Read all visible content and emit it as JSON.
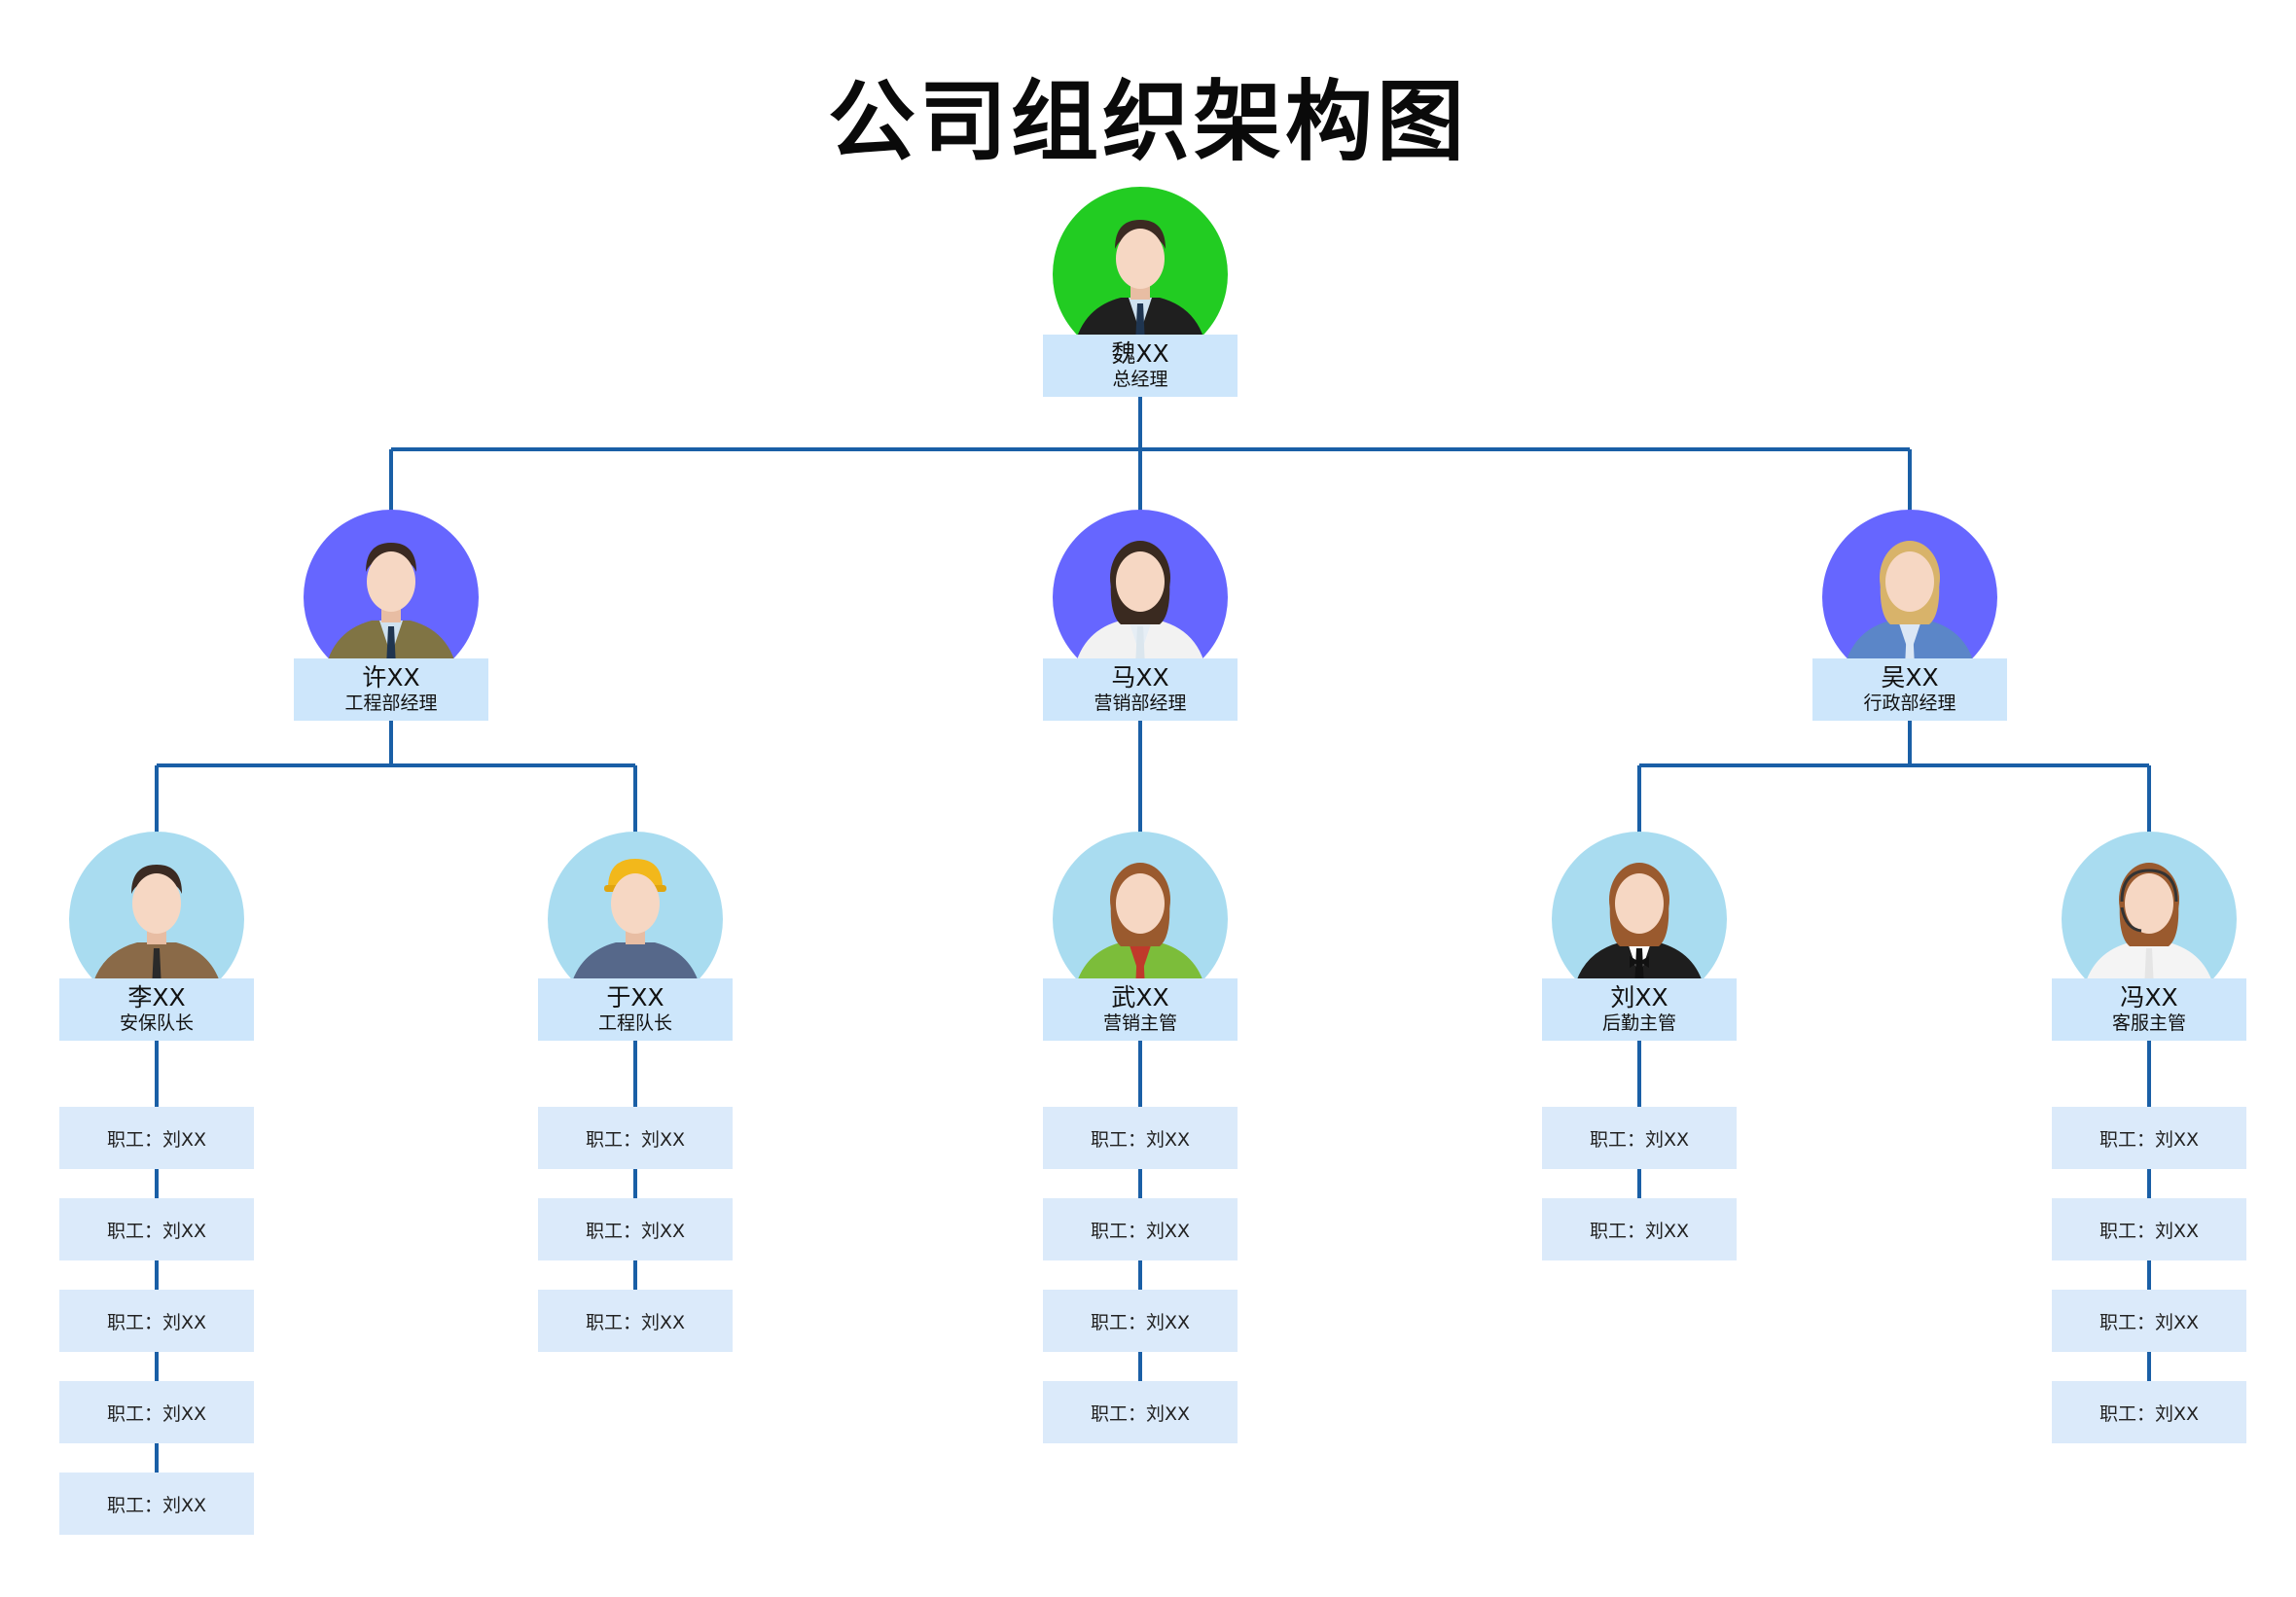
{
  "title": "公司组织架构图",
  "colors": {
    "line": "#1a5fa6",
    "label_bg": "#cde6fb",
    "staff_bg": "#dbeafa"
  },
  "root": {
    "name": "魏XX",
    "role": "总经理",
    "avatar": "businessman-avatar-icon",
    "circle_color": "#22cc22"
  },
  "managers": [
    {
      "name": "许XX",
      "role": "工程部经理",
      "avatar": "businessman-avatar-icon",
      "circle_color": "#6666ff",
      "leads": [
        {
          "name": "李XX",
          "role": "安保队长",
          "avatar": "security-guard-avatar-icon",
          "circle_color": "#a9dcf0",
          "staff": [
            "职工：刘XX",
            "职工：刘XX",
            "职工：刘XX",
            "职工：刘XX",
            "职工：刘XX"
          ]
        },
        {
          "name": "于XX",
          "role": "工程队长",
          "avatar": "construction-worker-avatar-icon",
          "circle_color": "#a9dcf0",
          "staff": [
            "职工：刘XX",
            "职工：刘XX",
            "职工：刘XX"
          ]
        }
      ]
    },
    {
      "name": "马XX",
      "role": "营销部经理",
      "avatar": "businesswoman-avatar-icon",
      "circle_color": "#6666ff",
      "leads": [
        {
          "name": "武XX",
          "role": "营销主管",
          "avatar": "businesswoman-green-avatar-icon",
          "circle_color": "#a9dcf0",
          "staff": [
            "职工：刘XX",
            "职工：刘XX",
            "职工：刘XX",
            "职工：刘XX"
          ]
        }
      ]
    },
    {
      "name": "吴XX",
      "role": "行政部经理",
      "avatar": "blonde-businesswoman-avatar-icon",
      "circle_color": "#6666ff",
      "leads": [
        {
          "name": "刘XX",
          "role": "后勤主管",
          "avatar": "waitress-avatar-icon",
          "circle_color": "#a9dcf0",
          "staff": [
            "职工：刘XX",
            "职工：刘XX"
          ]
        },
        {
          "name": "冯XX",
          "role": "客服主管",
          "avatar": "headset-agent-avatar-icon",
          "circle_color": "#a9dcf0",
          "staff": [
            "职工：刘XX",
            "职工：刘XX",
            "职工：刘XX",
            "职工：刘XX"
          ]
        }
      ]
    }
  ]
}
